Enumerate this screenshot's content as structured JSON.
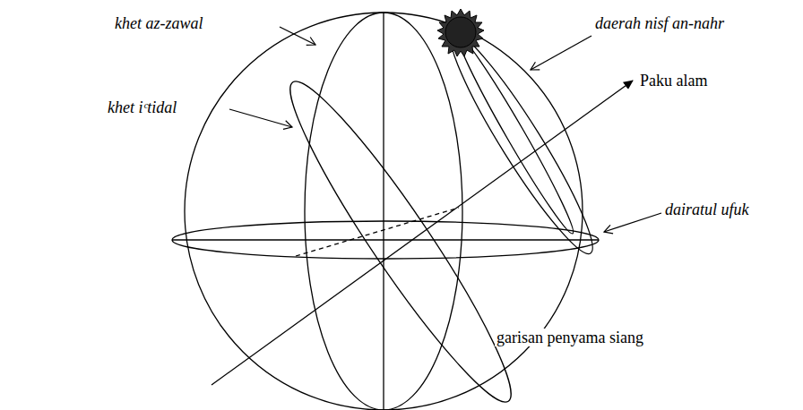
{
  "diagram": {
    "labels": [
      "khet az-zawal",
      "daerah nisf an-nahr",
      "Paku alam",
      "khet iᶜtidal",
      "dairatul ufuk",
      "garisan penyama siang"
    ]
  }
}
